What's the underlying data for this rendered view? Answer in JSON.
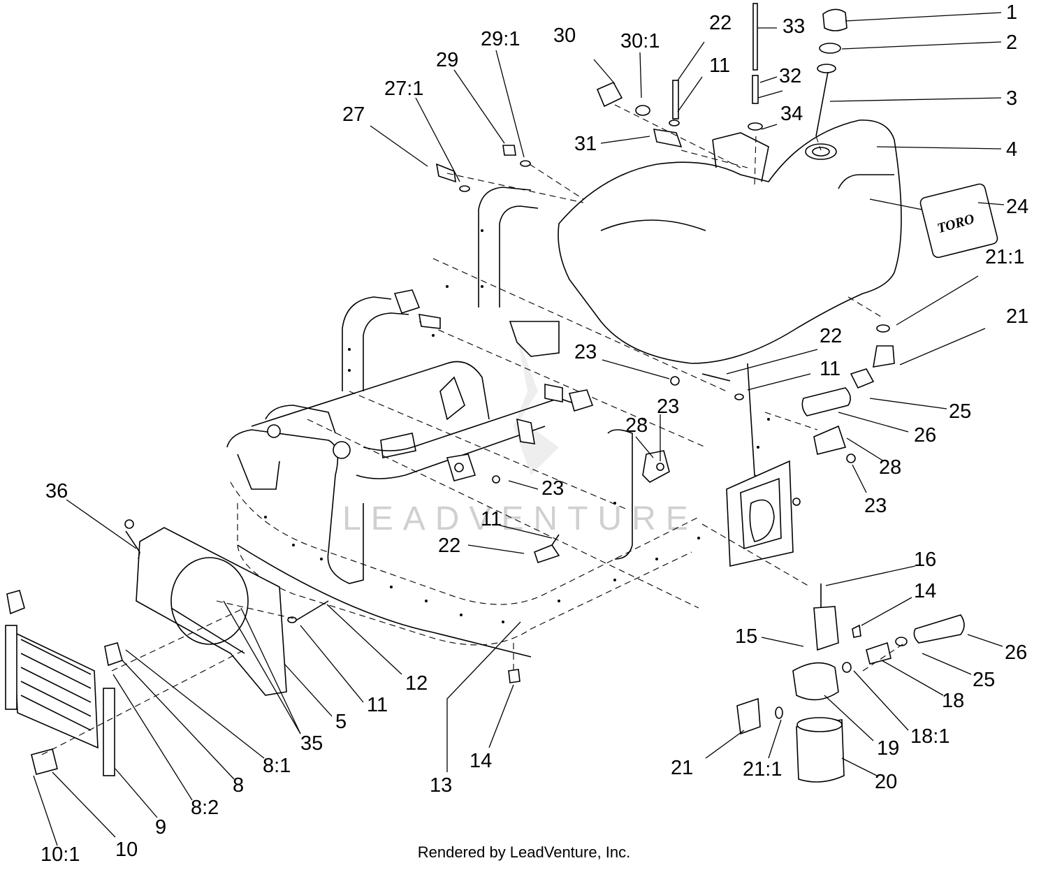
{
  "credit": "Rendered by LeadVenture, Inc.",
  "watermark": "LEADVENTURE",
  "decal_text": "TORO",
  "callouts": {
    "c1": "1",
    "c2": "2",
    "c3": "3",
    "c4": "4",
    "c24": "24",
    "c21_1a": "21:1",
    "c21a": "21",
    "c25a": "25",
    "c26a": "26",
    "c28a": "28",
    "c23a": "23",
    "c22a": "22",
    "c11a": "11",
    "c33": "33",
    "c32": "32",
    "c34": "34",
    "c30": "30",
    "c30_1": "30:1",
    "c31": "31",
    "c29_1": "29:1",
    "c29": "29",
    "c27_1": "27:1",
    "c27": "27",
    "c23b": "23",
    "c22b": "22",
    "c11b": "11",
    "c23c": "23",
    "c28b": "28",
    "c23d": "23",
    "c36": "36",
    "c11c": "11",
    "c22c": "22",
    "c16": "16",
    "c14a": "14",
    "c15": "15",
    "c26b": "26",
    "c25b": "25",
    "c18": "18",
    "c18_1": "18:1",
    "c19": "19",
    "c20": "20",
    "c21_1b": "21:1",
    "c21b": "21",
    "c12": "12",
    "c11d": "11",
    "c5": "5",
    "c35": "35",
    "c8_1": "8:1",
    "c8": "8",
    "c8_2": "8:2",
    "c9": "9",
    "c10": "10",
    "c10_1": "10:1",
    "c13": "13",
    "c14b": "14"
  }
}
